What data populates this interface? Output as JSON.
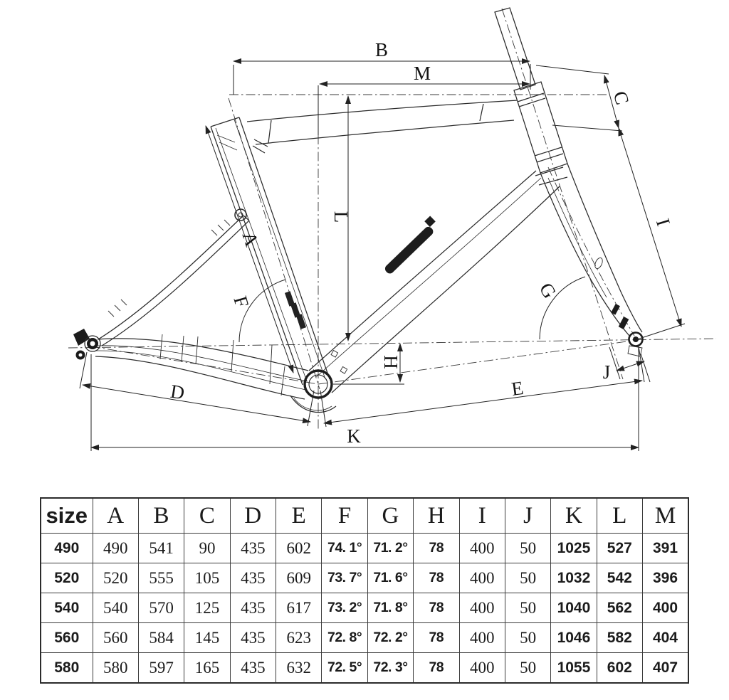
{
  "colors": {
    "ink": "#2b2b2b",
    "table_border": "#3c3c3c",
    "dark_fill": "#1c1c1c"
  },
  "diagram": {
    "dimension_labels": {
      "a": "A",
      "b": "B",
      "c": "C",
      "d": "D",
      "e": "E",
      "f": "F",
      "g": "G",
      "h": "H",
      "i": "I",
      "j": "J",
      "k": "K",
      "l": "L",
      "m": "M"
    }
  },
  "table": {
    "header": [
      "size",
      "A",
      "B",
      "C",
      "D",
      "E",
      "F",
      "G",
      "H",
      "I",
      "J",
      "K",
      "L",
      "M"
    ],
    "rows": [
      [
        "490",
        "490",
        "541",
        "90",
        "435",
        "602",
        "74. 1°",
        "71. 2°",
        "78",
        "400",
        "50",
        "1025",
        "527",
        "391"
      ],
      [
        "520",
        "520",
        "555",
        "105",
        "435",
        "609",
        "73. 7°",
        "71. 6°",
        "78",
        "400",
        "50",
        "1032",
        "542",
        "396"
      ],
      [
        "540",
        "540",
        "570",
        "125",
        "435",
        "617",
        "73. 2°",
        "71. 8°",
        "78",
        "400",
        "50",
        "1040",
        "562",
        "400"
      ],
      [
        "560",
        "560",
        "584",
        "145",
        "435",
        "623",
        "72. 8°",
        "72. 2°",
        "78",
        "400",
        "50",
        "1046",
        "582",
        "404"
      ],
      [
        "580",
        "580",
        "597",
        "165",
        "435",
        "632",
        "72. 5°",
        "72. 3°",
        "78",
        "400",
        "50",
        "1055",
        "602",
        "407"
      ]
    ]
  }
}
